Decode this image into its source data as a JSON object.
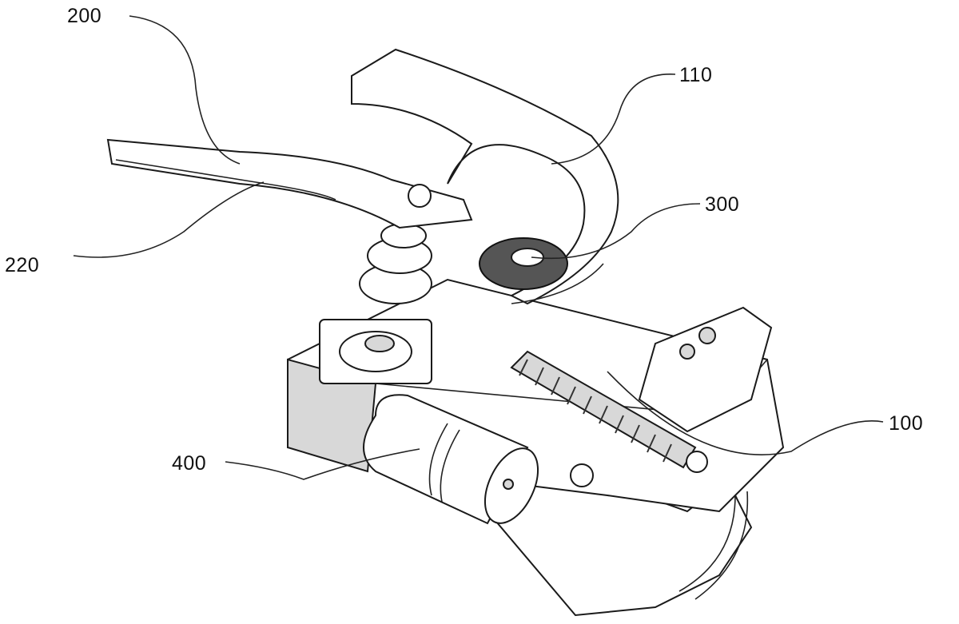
{
  "figure": {
    "labels": [
      {
        "id": "label-200",
        "text": "200"
      },
      {
        "id": "label-110",
        "text": "110"
      },
      {
        "id": "label-300",
        "text": "300"
      },
      {
        "id": "label-220",
        "text": "220"
      },
      {
        "id": "label-100",
        "text": "100"
      },
      {
        "id": "label-400",
        "text": "400"
      }
    ]
  }
}
